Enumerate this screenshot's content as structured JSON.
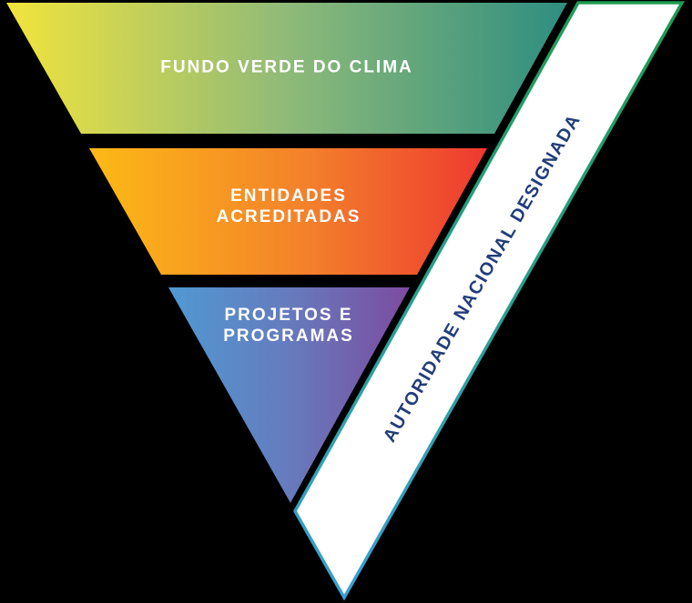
{
  "background_color": "#000000",
  "pyramid": {
    "levels": [
      {
        "name": "fundo-verde-do-clima",
        "lines": [
          "FUNDO VERDE DO CLIMA"
        ],
        "gradient": [
          "#f2e43c",
          "#8fba79",
          "#2e8e80"
        ],
        "text_color": "#ffffff"
      },
      {
        "name": "entidades-acreditadas",
        "lines": [
          "ENTIDADES",
          "ACREDITADAS"
        ],
        "gradient": [
          "#fcba16",
          "#f3802b",
          "#ee3930"
        ],
        "text_color": "#ffffff"
      },
      {
        "name": "projetos-e-programas",
        "lines": [
          "PROJETOS E",
          "PROGRAMAS"
        ],
        "gradient": [
          "#4f99d3",
          "#667bbd",
          "#7d4ba0"
        ],
        "text_color": "#ffffff"
      }
    ]
  },
  "ribbon": {
    "label": "AUTORIDADE NACIONAL DESIGNADA",
    "fill_color": "#ffffff",
    "border_gradient": [
      "#1e9b52",
      "#2aa08f",
      "#3aa0d4"
    ],
    "text_color": "#223d7a"
  }
}
